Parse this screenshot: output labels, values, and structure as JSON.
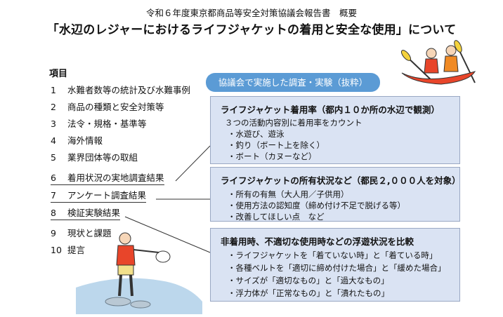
{
  "header": {
    "subtitle": "令和６年度東京都商品等安全対策協議会報告書　概要",
    "title": "「水辺のレジャーにおけるライフジャケットの着用と安全な使用」について"
  },
  "items_heading": "項目",
  "items": [
    {
      "num": "1",
      "label": "水難者数等の統計及び水難事例"
    },
    {
      "num": "2",
      "label": "商品の種類と安全対策等"
    },
    {
      "num": "3",
      "label": "法令・規格・基準等"
    },
    {
      "num": "4",
      "label": "海外情報"
    },
    {
      "num": "5",
      "label": "業界団体等の取組"
    },
    {
      "num": "6",
      "label": "着用状況の実地調査結果"
    },
    {
      "num": "7",
      "label": "アンケート調査結果"
    },
    {
      "num": "8",
      "label": "検証実験結果"
    },
    {
      "num": "9",
      "label": "現状と課題"
    },
    {
      "num": "10",
      "label": "提言"
    }
  ],
  "badge": "協議会で実施した調査・実験（抜粋）",
  "box1": {
    "title": "ライフジャケット着用率（都内１０か所の水辺で観測）",
    "lines": [
      "３つの活動内容別に着用率をカウント",
      "・水遊び、遊泳",
      "・釣り（ボート上を除く）",
      "・ボート（カヌーなど）"
    ]
  },
  "box2": {
    "title": "ライフジャケットの所有状況など（都民２,０００人を対象）",
    "lines": [
      "・所有の有無（大人用／子供用）",
      "・使用方法の認知度（締め付け不足で脱げる等）",
      "・改善してほしい点　など"
    ]
  },
  "box3": {
    "title": "非着用時、不適切な使用時などの浮遊状況を比較",
    "lines": [
      "・ライフジャケットを「着ていない時」と「着ている時」",
      "・各種ベルトを「適切に締め付けた場合」と「緩めた場合」",
      "・サイズが「適切なもの」と「過大なもの」",
      "・浮力体が「正常なもの」と「潰れたもの」"
    ]
  }
}
